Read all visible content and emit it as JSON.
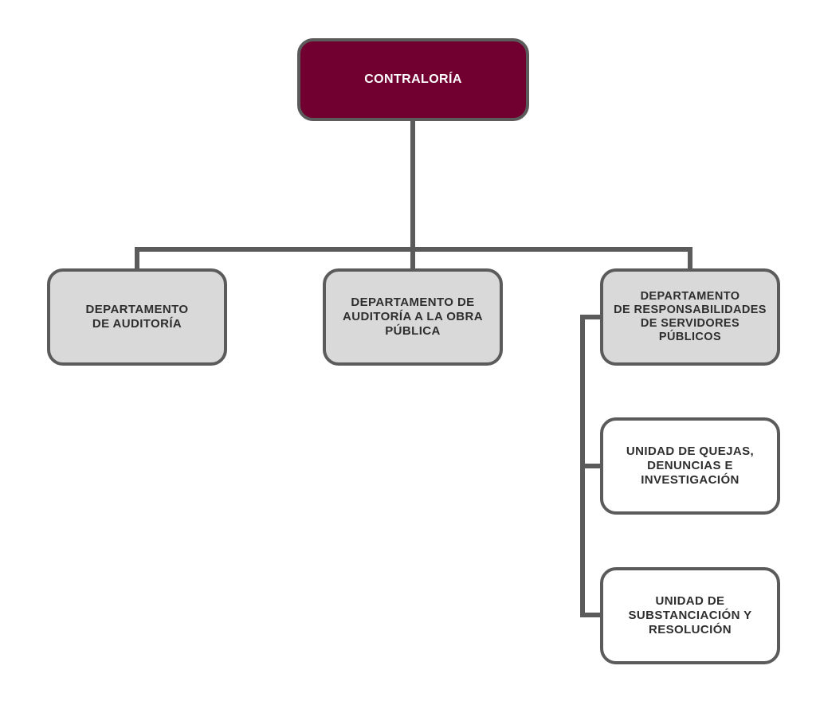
{
  "org_chart": {
    "root": {
      "label": "CONTRALORÍA",
      "fill": "#710030"
    },
    "departments": [
      {
        "id": "auditoria",
        "label": "DEPARTAMENTO\nDE AUDITORÍA"
      },
      {
        "id": "obra",
        "label": "DEPARTAMENTO DE\nAUDITORÍA A LA OBRA\nPÚBLICA"
      },
      {
        "id": "responsabilidades",
        "label": "DEPARTAMENTO\nDE RESPONSABILIDADES\nDE SERVIDORES\nPÚBLICOS"
      }
    ],
    "units": [
      {
        "id": "quejas",
        "parent": "responsabilidades",
        "label": "UNIDAD DE QUEJAS,\nDENUNCIAS E\nINVESTIGACIÓN"
      },
      {
        "id": "substanciacion",
        "parent": "responsabilidades",
        "label": "UNIDAD DE\nSUBSTANCIACIÓN Y\nRESOLUCIÓN"
      }
    ],
    "colors": {
      "root_fill": "#710030",
      "department_fill": "#d9d9d9",
      "unit_fill": "#ffffff",
      "border": "#5b5b5b"
    }
  }
}
